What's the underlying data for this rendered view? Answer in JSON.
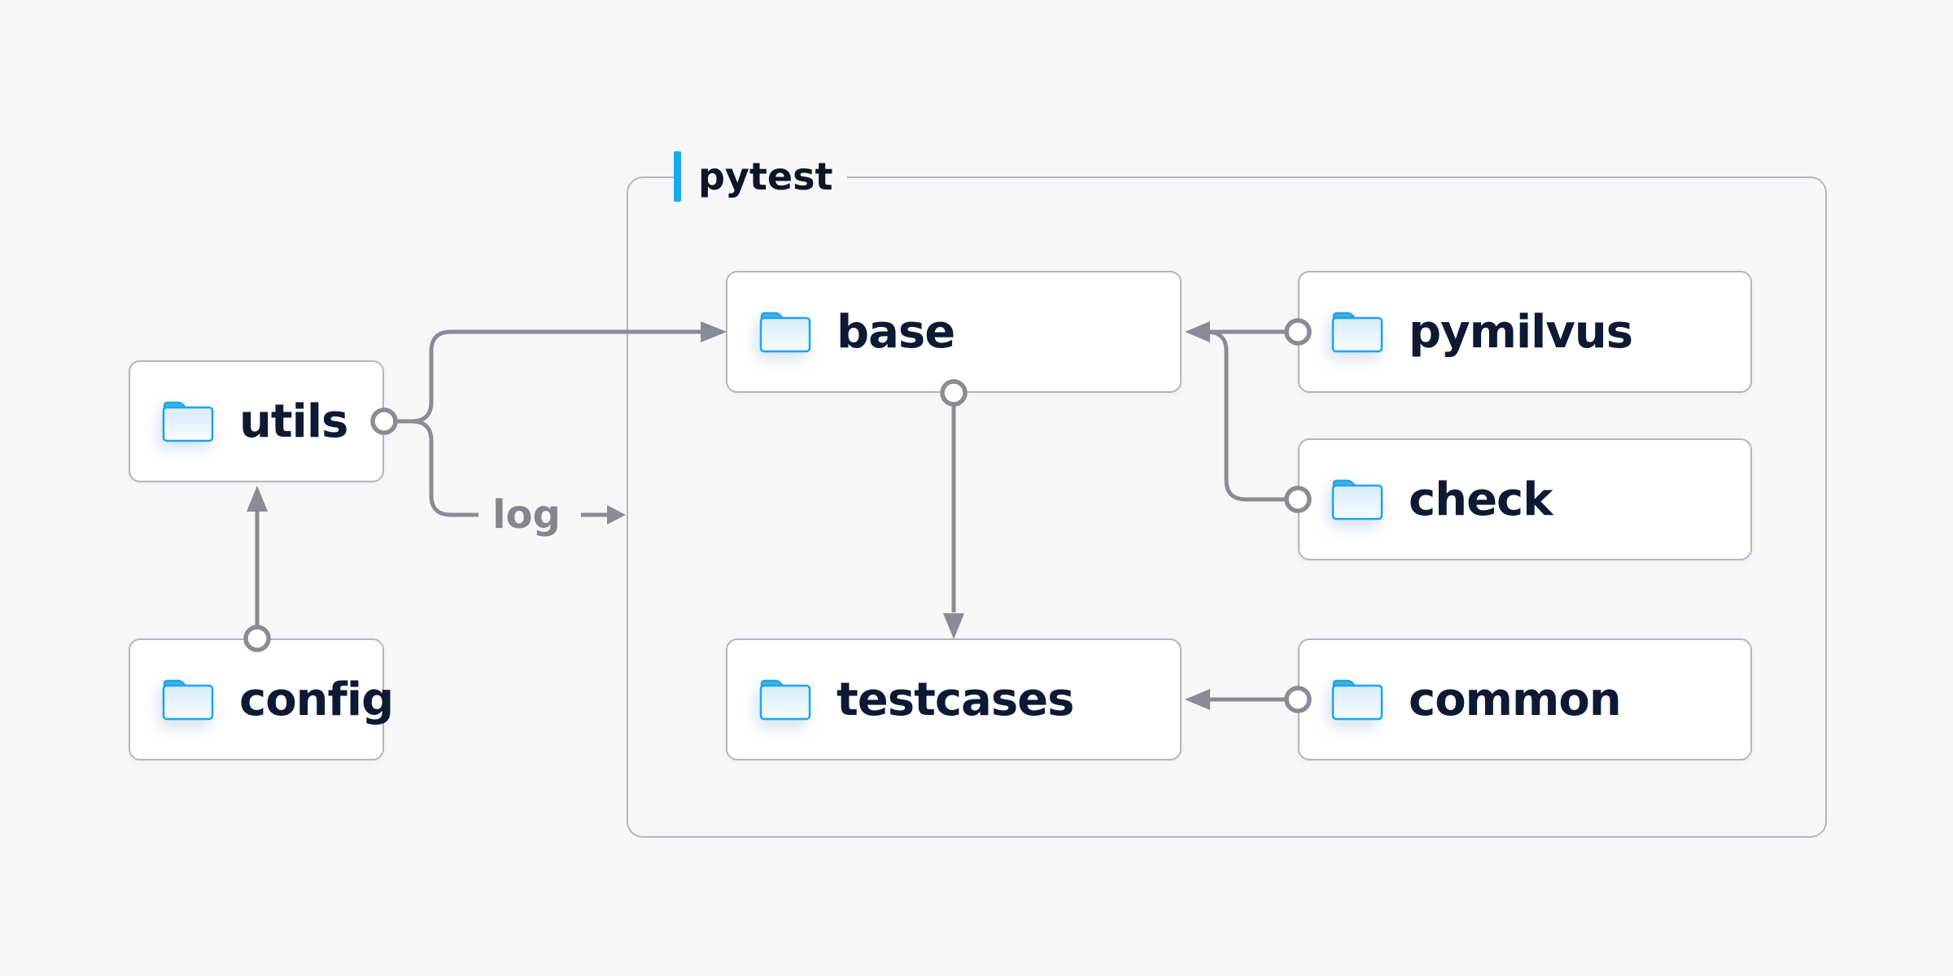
{
  "diagram": {
    "group": {
      "label": "pytest"
    },
    "log_label": "log",
    "nodes": [
      {
        "id": "utils",
        "label": "utils"
      },
      {
        "id": "config",
        "label": "config"
      },
      {
        "id": "base",
        "label": "base"
      },
      {
        "id": "testcases",
        "label": "testcases"
      },
      {
        "id": "pymilvus",
        "label": "pymilvus"
      },
      {
        "id": "check",
        "label": "check"
      },
      {
        "id": "common",
        "label": "common"
      }
    ],
    "group_members": [
      "base",
      "testcases",
      "pymilvus",
      "check",
      "common"
    ],
    "edges": [
      {
        "from": "config",
        "to": "utils"
      },
      {
        "from": "utils",
        "to": "base"
      },
      {
        "from": "utils",
        "to": "log",
        "label": "log"
      },
      {
        "from": "base",
        "to": "testcases"
      },
      {
        "from": "pymilvus",
        "to": "base"
      },
      {
        "from": "check",
        "to": "base"
      },
      {
        "from": "common",
        "to": "testcases"
      }
    ],
    "colors": {
      "background": "#f7f7f8",
      "node_background": "#ffffff",
      "node_border": "#b5b5c0",
      "line_gray": "#8b8b96",
      "text_navy": "#0e1a33",
      "muted_label_gray": "#85858f",
      "accent_blue": "#18aaee",
      "folder_outline_blue": "#1da6e8",
      "folder_tab_blue": "#45aee3",
      "folder_fill_top": "#d7ecfa",
      "folder_fill_bottom": "#f8fcff"
    }
  }
}
